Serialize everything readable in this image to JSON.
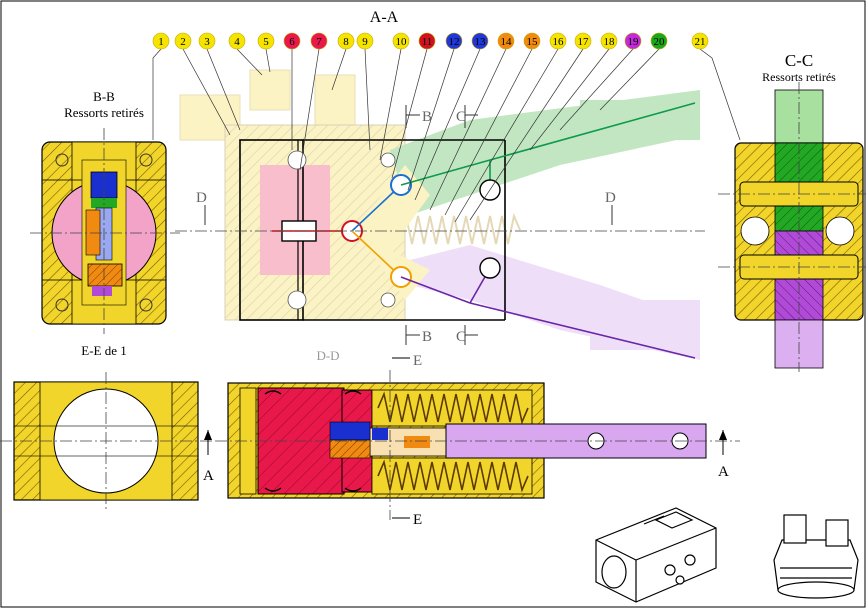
{
  "sections": {
    "aa": "A-A",
    "bb": "B-B",
    "bb_sub": "Ressorts retirés",
    "cc": "C-C",
    "cc_sub": "Ressorts retirés",
    "ee": "E-E de 1",
    "dd": "D-D"
  },
  "cut_letters": {
    "a": "A",
    "b": "B",
    "c": "C",
    "d": "D",
    "e": "E"
  },
  "balloons": [
    {
      "label": "1",
      "color": "#f5e400"
    },
    {
      "label": "2",
      "color": "#f5e400"
    },
    {
      "label": "3",
      "color": "#f5e400"
    },
    {
      "label": "4",
      "color": "#f5e400"
    },
    {
      "label": "5",
      "color": "#f5e400"
    },
    {
      "label": "6",
      "color": "#e8184a"
    },
    {
      "label": "7",
      "color": "#e8184a"
    },
    {
      "label": "8",
      "color": "#f5e400"
    },
    {
      "label": "9",
      "color": "#f5e400"
    },
    {
      "label": "10",
      "color": "#f5e400"
    },
    {
      "label": "11",
      "color": "#d0121e"
    },
    {
      "label": "12",
      "color": "#2038d8"
    },
    {
      "label": "13",
      "color": "#2038d8"
    },
    {
      "label": "14",
      "color": "#f08a10"
    },
    {
      "label": "15",
      "color": "#f08a10"
    },
    {
      "label": "16",
      "color": "#f5e400"
    },
    {
      "label": "17",
      "color": "#f5e400"
    },
    {
      "label": "18",
      "color": "#f5e400"
    },
    {
      "label": "19",
      "color": "#c22ad8"
    },
    {
      "label": "20",
      "color": "#1aa81a"
    },
    {
      "label": "21",
      "color": "#f5e400"
    }
  ],
  "colors": {
    "body": "#f2d52a",
    "hatch": "#8a6a00",
    "red": "#e8184a",
    "blue": "#1a2fd0",
    "orange": "#f08a10",
    "green": "#23a823",
    "violet": "#c48ae8",
    "pink": "#f3a2c8",
    "link_green": "#0d9a4a",
    "link_violet": "#6a26a8",
    "link_blue": "#1a6fd0"
  }
}
